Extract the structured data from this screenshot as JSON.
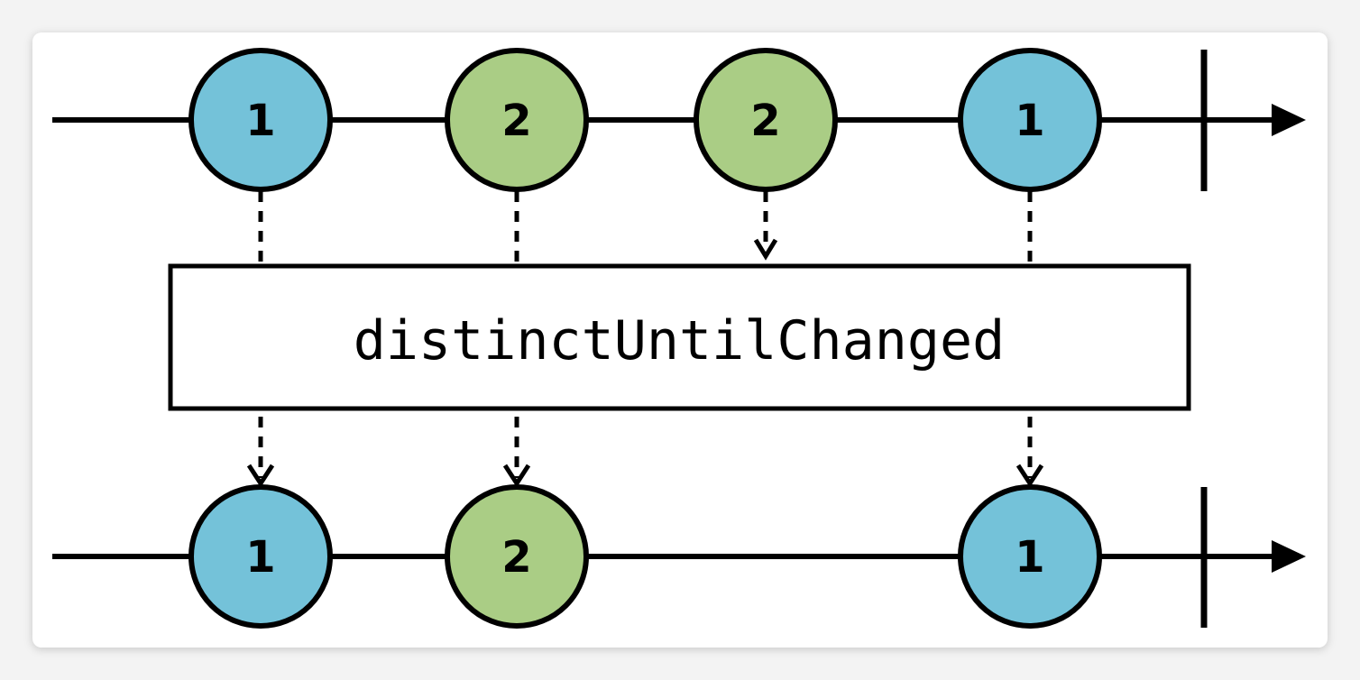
{
  "diagram": {
    "operator": "distinctUntilChanged",
    "input": {
      "marbles": [
        {
          "label": "1",
          "color": "#74c2d9"
        },
        {
          "label": "2",
          "color": "#aacd85"
        },
        {
          "label": "2",
          "color": "#aacd85"
        },
        {
          "label": "1",
          "color": "#74c2d9"
        }
      ]
    },
    "output": {
      "marbles": [
        {
          "label": "1",
          "color": "#74c2d9"
        },
        {
          "label": "2",
          "color": "#aacd85"
        },
        {
          "label": "1",
          "color": "#74c2d9"
        }
      ]
    }
  }
}
